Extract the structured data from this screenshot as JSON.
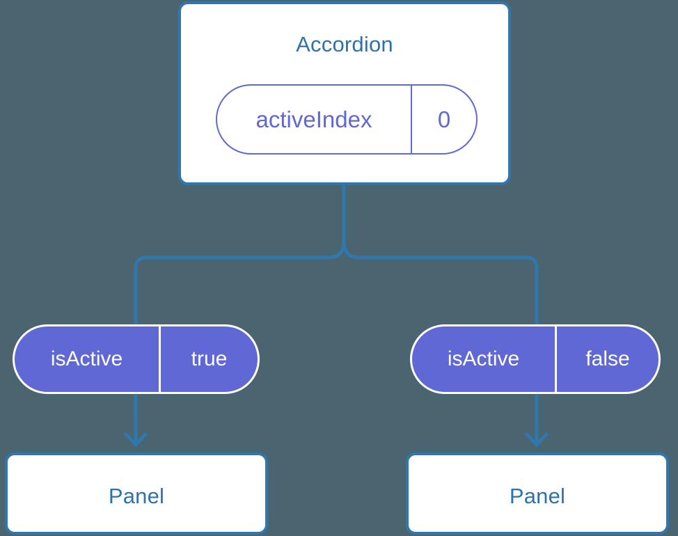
{
  "diagram": {
    "type": "component-state-tree",
    "background_color": "#4b6570",
    "accent_blue": "#2f77ad",
    "title_blue": "#2d72a8",
    "state_purple": "#5f68d4",
    "root": {
      "title": "Accordion",
      "state": {
        "key": "activeIndex",
        "value": "0"
      }
    },
    "branches": [
      {
        "prop": {
          "key": "isActive",
          "value": "true"
        },
        "child": {
          "title": "Panel"
        }
      },
      {
        "prop": {
          "key": "isActive",
          "value": "false"
        },
        "child": {
          "title": "Panel"
        }
      }
    ]
  }
}
